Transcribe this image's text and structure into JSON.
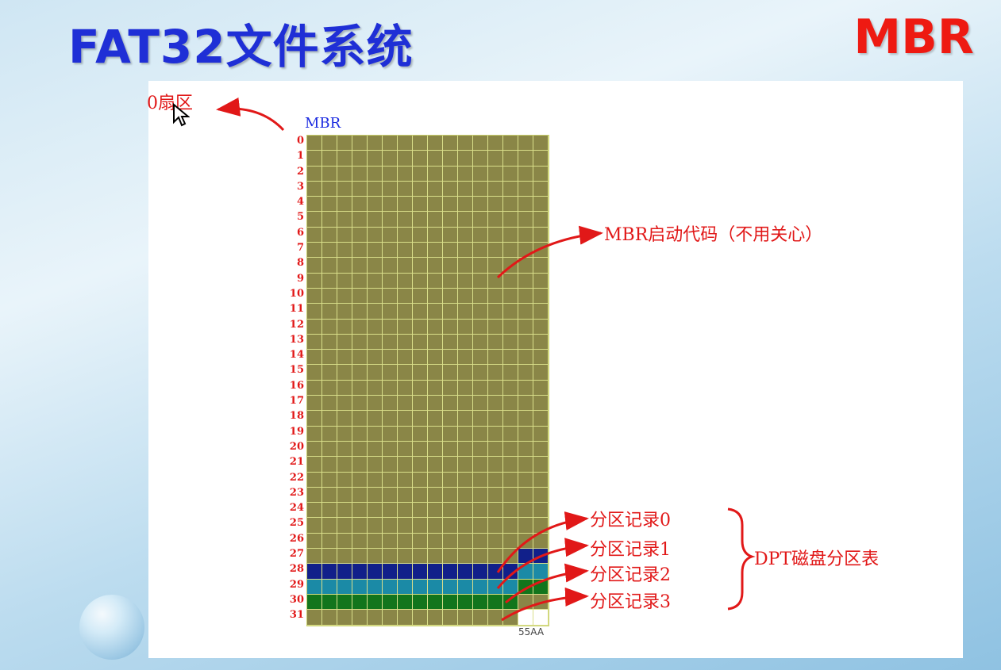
{
  "header": {
    "title": "FAT32文件系统",
    "badge": "MBR"
  },
  "diagram": {
    "sector_label": "0扇区",
    "table_title": "MBR",
    "rows": [
      "0",
      "1",
      "2",
      "3",
      "4",
      "5",
      "6",
      "7",
      "8",
      "9",
      "10",
      "11",
      "12",
      "13",
      "14",
      "15",
      "16",
      "17",
      "18",
      "19",
      "20",
      "21",
      "22",
      "23",
      "24",
      "25",
      "26",
      "27",
      "28",
      "29",
      "30",
      "31"
    ],
    "columns": 16,
    "signature": "55AA",
    "boot_code_label": "MBR启动代码（不用关心）",
    "partition_records": [
      "分区记录0",
      "分区记录1",
      "分区记录2",
      "分区记录3"
    ],
    "dpt_label": "DPT磁盘分区表",
    "colors": {
      "boot_code": "#8a8647",
      "record0": "#11208a",
      "record1": "#1b8aa6",
      "record2": "#12751c",
      "record3": "#8a8647",
      "signature": "#ffffff",
      "annotation": "#e11818",
      "title": "#1f2fd6",
      "badge": "#ee1a12"
    }
  }
}
